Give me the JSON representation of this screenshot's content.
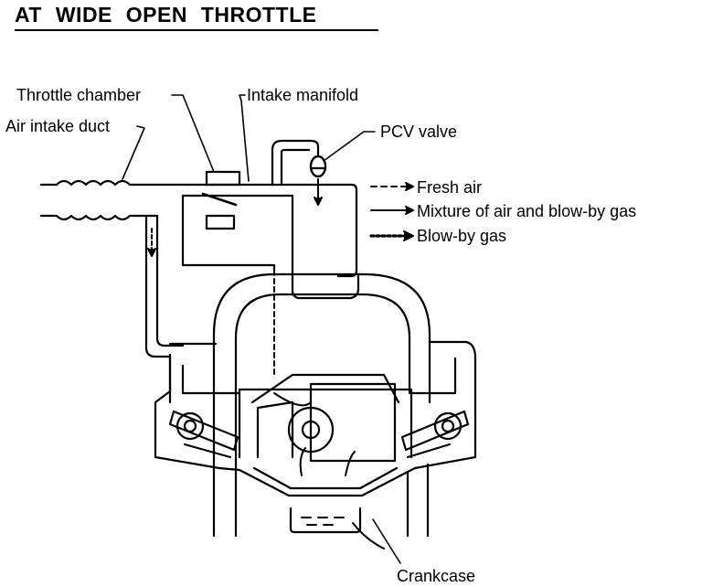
{
  "title": "AT WIDE OPEN THROTTLE",
  "labels": {
    "throttle_chamber": "Throttle chamber",
    "air_intake_duct": "Air intake duct",
    "intake_manifold": "Intake manifold",
    "pcv_valve": "PCV valve",
    "crankcase": "Crankcase"
  },
  "legend": [
    {
      "style": "dashed",
      "label": "Fresh air"
    },
    {
      "style": "solid",
      "label": "Mixture of air and blow-by gas"
    },
    {
      "style": "dotted-bold",
      "label": "Blow-by gas"
    }
  ]
}
